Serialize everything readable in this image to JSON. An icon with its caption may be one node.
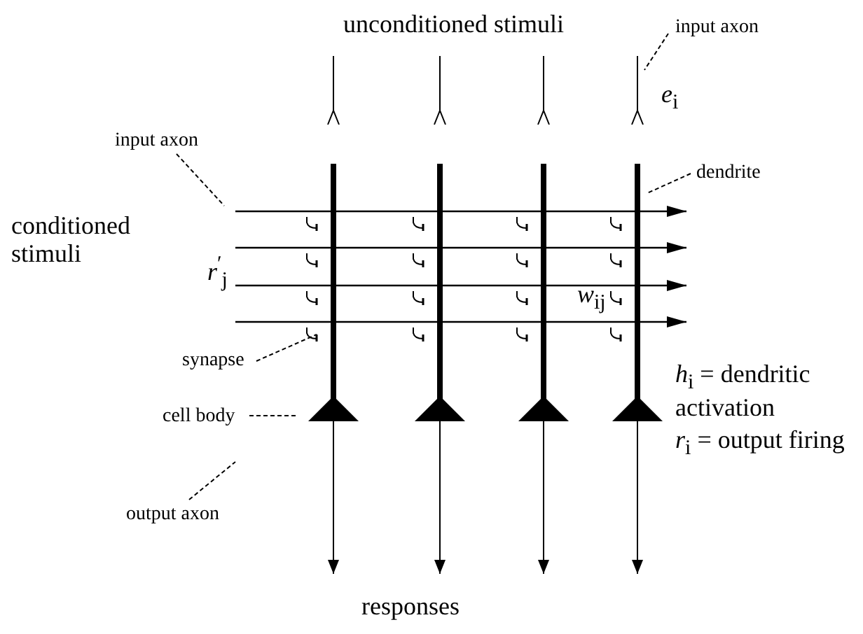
{
  "diagram": {
    "nodes": [
      {
        "text": [
          "input axon"
        ]
      },
      {
        "text": [
          "input axon"
        ]
      },
      {
        "text": [
          "dendrite"
        ]
      },
      {
        "text": [
          "synapse"
        ]
      },
      {
        "text": [
          "cell body"
        ]
      },
      {
        "text": [
          "output axon"
        ]
      }
    ],
    "edges": [
      {
        "from": 0,
        "to": null,
        "arrow": "none",
        "style": "dashed"
      },
      {
        "from": 1,
        "to": null,
        "arrow": "none",
        "style": "dashed"
      },
      {
        "from": 2,
        "to": null,
        "arrow": "none",
        "style": "dashed"
      },
      {
        "from": 3,
        "to": null,
        "arrow": "none",
        "style": "dashed"
      },
      {
        "from": 4,
        "to": null,
        "arrow": "none",
        "style": "dashed"
      },
      {
        "from": 5,
        "to": null,
        "arrow": "none",
        "style": "dashed"
      }
    ],
    "labels": [
      "unconditioned stimuli",
      "*e*$_{i}$",
      "conditioned stimuli",
      "*r*$^{′}$$_{j}$",
      "*w*$_{ij}$",
      "*h*$_{i}$ = dendritic activation",
      "*r*$_{i}$ = output firing",
      "responses"
    ]
  }
}
